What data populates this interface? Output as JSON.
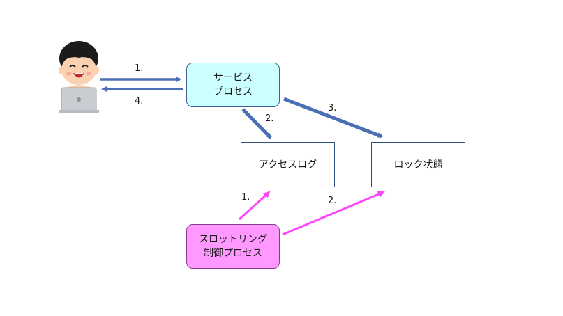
{
  "boxes": {
    "service": "サービス\nプロセス",
    "access_log": "アクセスログ",
    "lock_state": "ロック状態",
    "throttling": "スロットリング\n制御プロセス"
  },
  "arrow_labels": {
    "user_to_service": "1.",
    "service_to_user": "4.",
    "service_to_access": "2.",
    "service_to_lock": "3.",
    "throttle_to_access": "1.",
    "throttle_to_lock": "2."
  },
  "colors": {
    "blue_arrow": "#4a6fb5",
    "magenta_arrow": "#ff44ff",
    "service_fill": "#ccffff",
    "throttle_fill": "#ff99ff"
  },
  "icons": {
    "user": "person-with-laptop-icon"
  }
}
